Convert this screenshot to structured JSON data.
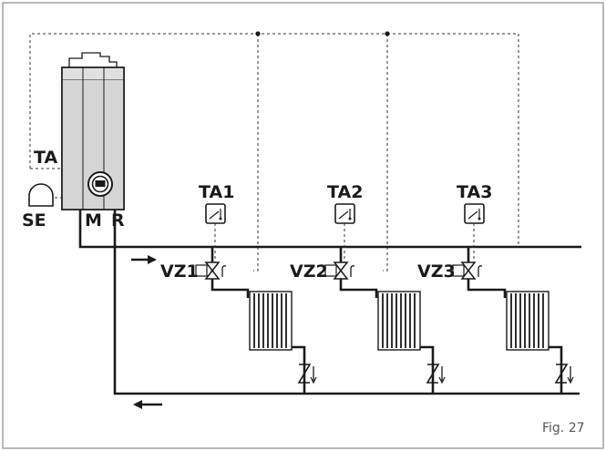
{
  "labels": {
    "boiler_thermostat": "TA",
    "external_sensor": "SE",
    "flow": "M",
    "return": "R",
    "figure_caption": "Fig. 27"
  },
  "zones": [
    {
      "thermostat": "TA1",
      "valve": "VZ1"
    },
    {
      "thermostat": "TA2",
      "valve": "VZ2"
    },
    {
      "thermostat": "TA3",
      "valve": "VZ3"
    }
  ]
}
